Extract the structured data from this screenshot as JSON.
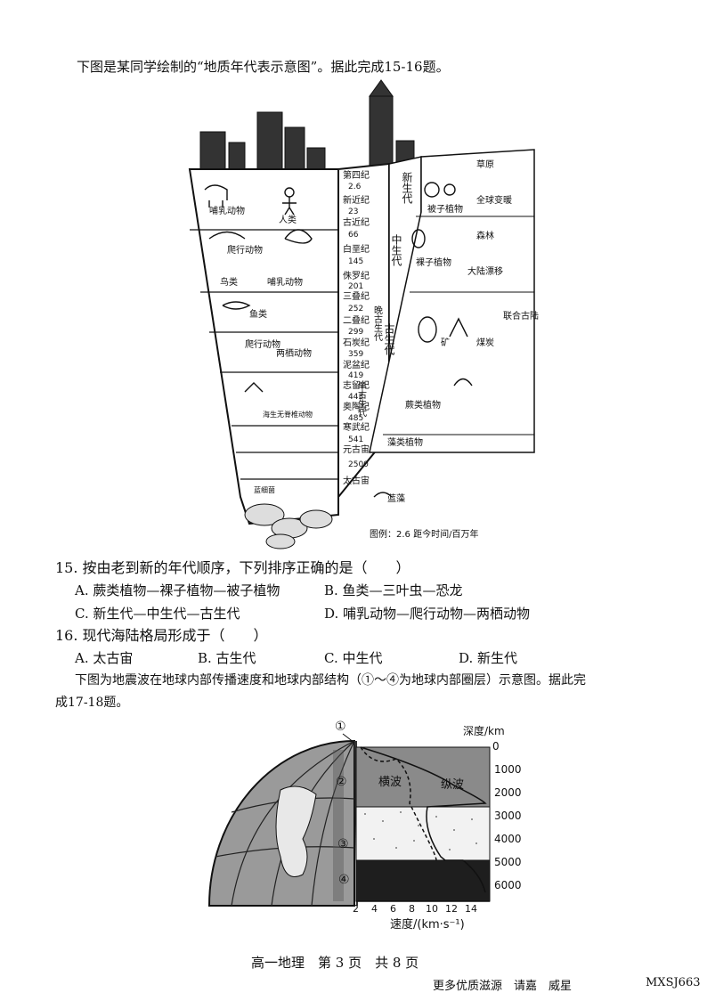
{
  "intro1": "下图是某同学绘制的“地质年代表示意图”。据此完成15-16题。",
  "geo": {
    "periods": [
      "第四纪",
      "新近纪",
      "古近纪",
      "白垩纪",
      "侏罗纪",
      "三叠纪",
      "二叠纪",
      "石炭纪",
      "泥盆纪",
      "志留纪",
      "奥陶纪",
      "寒武纪",
      "元古宙",
      "太古宙"
    ],
    "numbers": [
      "2.6",
      "23",
      "66",
      "145",
      "201",
      "252",
      "299",
      "359",
      "419",
      "443",
      "485",
      "541",
      "2500"
    ],
    "eras": {
      "cenozoic": "新生代",
      "mesozoic": "中生代",
      "late_paleozoic": "晚古生代",
      "early_paleozoic": "早古生代",
      "paleozoic": "古生代"
    },
    "animals": [
      "哺乳动物",
      "人类",
      "爬行动物",
      "鸟类",
      "哺乳动物",
      "鱼类",
      "爬行动物",
      "两栖动物",
      "海生无脊椎动物",
      "蓝细菌"
    ],
    "plants": [
      "被子植物",
      "裸子植物",
      "蕨类植物",
      "藻类植物",
      "蓝藻",
      "草原",
      "森林",
      "全球变暖",
      "大陆漂移",
      "联合古陆",
      "煤炭",
      "矿"
    ],
    "legend": "图例：2.6  距今时间/百万年"
  },
  "q15": {
    "stem": "15. 按由老到新的年代顺序，下列排序正确的是（　　）",
    "A": "A. 蕨类植物—裸子植物—被子植物",
    "B": "B. 鱼类—三叶虫—恐龙",
    "C": "C. 新生代—中生代—古生代",
    "D": "D. 哺乳动物—爬行动物—两栖动物"
  },
  "q16": {
    "stem": "16. 现代海陆格局形成于（　　）",
    "A": "A. 太古宙",
    "B": "B. 古生代",
    "C": "C. 中生代",
    "D": "D. 新生代"
  },
  "intro2a": "下图为地震波在地球内部传播速度和地球内部结构（①～④为地球内部圈层）示意图。据此完",
  "intro2b": "成17-18题。",
  "quake": {
    "layer_labels": [
      "①",
      "②",
      "③",
      "④"
    ],
    "depth_title": "深度/km",
    "depth_ticks": [
      "0",
      "1000",
      "2000",
      "3000",
      "4000",
      "5000",
      "6000"
    ],
    "speed_ticks": [
      "2",
      "4",
      "6",
      "8",
      "10",
      "12",
      "14"
    ],
    "speed_title": "速度/(km·s⁻¹)",
    "wave_s": "横波",
    "wave_p": "纵波"
  },
  "footer": {
    "page": "高一地理　第 3 页　共 8 页",
    "right": "更多优质滋源　请嘉　威星",
    "code": "MXSJ663"
  }
}
